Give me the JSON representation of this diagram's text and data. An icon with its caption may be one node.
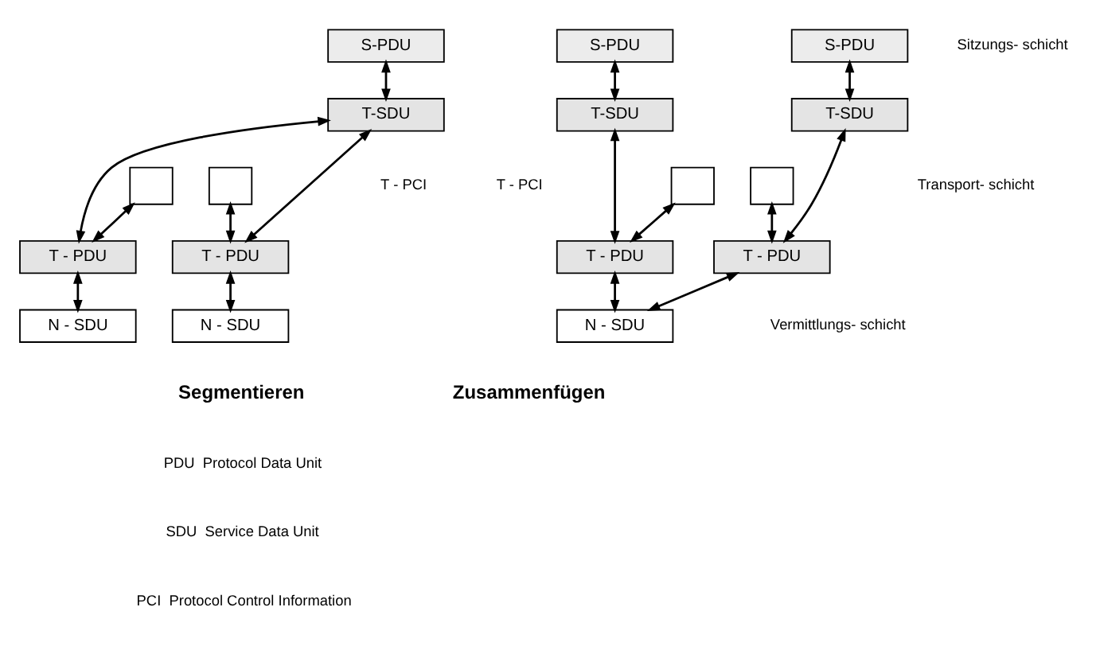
{
  "diagram": {
    "nodes": [
      {
        "text": [
          "S-PDU"
        ]
      },
      {
        "text": [
          "T-SDU"
        ]
      },
      {
        "text": [],
        "shape": "box"
      },
      {
        "text": [],
        "shape": "box"
      },
      {
        "text": [
          "T - PDU"
        ]
      },
      {
        "text": [
          "T - PDU"
        ]
      },
      {
        "text": [
          "N - SDU"
        ]
      },
      {
        "text": [
          "N - SDU"
        ]
      },
      {
        "text": [
          "S-PDU"
        ]
      },
      {
        "text": [
          "S-PDU"
        ]
      },
      {
        "text": [
          "T-SDU"
        ]
      },
      {
        "text": [
          "T-SDU"
        ]
      },
      {
        "text": [],
        "shape": "box"
      },
      {
        "text": [],
        "shape": "box"
      },
      {
        "text": [
          "T - PDU"
        ]
      },
      {
        "text": [
          "T - PDU"
        ]
      },
      {
        "text": [
          "N - SDU"
        ]
      }
    ],
    "edges": [
      {
        "from": 0,
        "to": 1,
        "arrow": "both"
      },
      {
        "from": 1,
        "to": 4,
        "arrow": "both"
      },
      {
        "from": 1,
        "to": 5,
        "arrow": "both"
      },
      {
        "from": 2,
        "to": 4,
        "arrow": "both"
      },
      {
        "from": 3,
        "to": 5,
        "arrow": "both"
      },
      {
        "from": 4,
        "to": 6,
        "arrow": "both"
      },
      {
        "from": 5,
        "to": 7,
        "arrow": "both"
      },
      {
        "from": 8,
        "to": 10,
        "arrow": "both"
      },
      {
        "from": 9,
        "to": 11,
        "arrow": "both"
      },
      {
        "from": 10,
        "to": 14,
        "arrow": "both"
      },
      {
        "from": 11,
        "to": 15,
        "arrow": "both"
      },
      {
        "from": 12,
        "to": 14,
        "arrow": "both"
      },
      {
        "from": 13,
        "to": 15,
        "arrow": "both"
      },
      {
        "from": 14,
        "to": 16,
        "arrow": "both"
      },
      {
        "from": 15,
        "to": 16,
        "arrow": "both"
      }
    ],
    "labels": [
      "Sitzungs- schicht",
      "T - PCI",
      "T - PCI",
      "Transport- schicht",
      "Vermittlungs- schicht",
      "Segmentieren",
      "Zusammenfügen",
      "PDU  Protocol Data Unit",
      "SDU  Service Data Unit",
      "PCI  Protocol Control Information"
    ]
  }
}
